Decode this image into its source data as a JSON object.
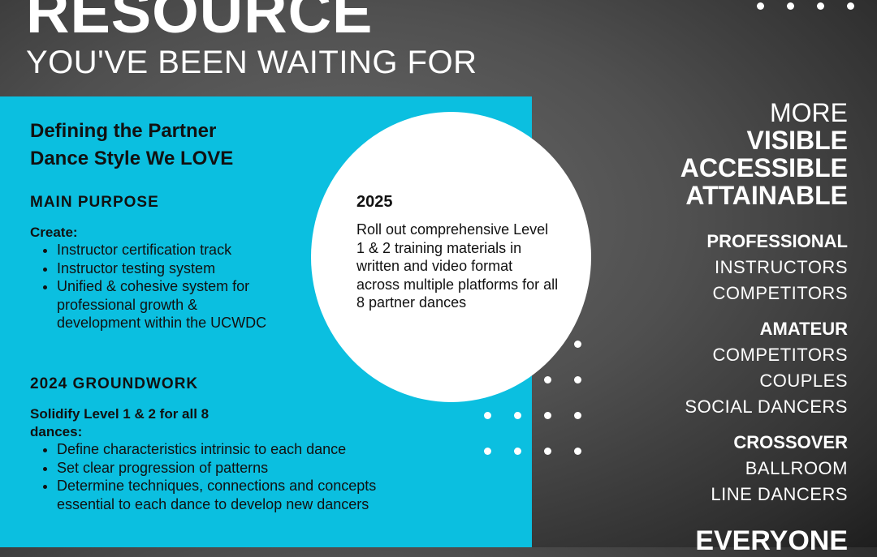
{
  "header": {
    "title": "RESOURCE",
    "subtitle": "YOU'VE BEEN WAITING FOR"
  },
  "left": {
    "heading": [
      "Defining the Partner",
      "Dance Style We ",
      "LOVE"
    ],
    "main_purpose": {
      "title": "MAIN PURPOSE",
      "label": "Create:",
      "items": [
        "Instructor certification track",
        "Instructor testing system",
        "Unified & cohesive system for professional growth & development within the UCWDC"
      ]
    },
    "groundwork": {
      "title": "2024 GROUNDWORK",
      "label": "Solidify Level 1 & 2 for all 8 dances:",
      "items": [
        "Define characteristics intrinsic to each dance",
        "Set clear progression of patterns",
        "Determine techniques, connections and concepts essential to each dance to develop new dancers"
      ]
    }
  },
  "circle": {
    "year": "2025",
    "text": "Roll out comprehensive Level 1 & 2 training materials in written and video format across multiple platforms for all 8 partner dances"
  },
  "right": {
    "more": "MORE",
    "qualities": [
      "VISIBLE",
      "ACCESSIBLE",
      "ATTAINABLE"
    ],
    "groups": [
      {
        "name": "PROFESSIONAL",
        "items": [
          "INSTRUCTORS",
          "COMPETITORS"
        ]
      },
      {
        "name": "AMATEUR",
        "items": [
          "COMPETITORS",
          "COUPLES",
          "SOCIAL DANCERS"
        ]
      },
      {
        "name": "CROSSOVER",
        "items": [
          "BALLROOM",
          "LINE DANCERS"
        ]
      }
    ],
    "everyone": "EVERYONE"
  }
}
